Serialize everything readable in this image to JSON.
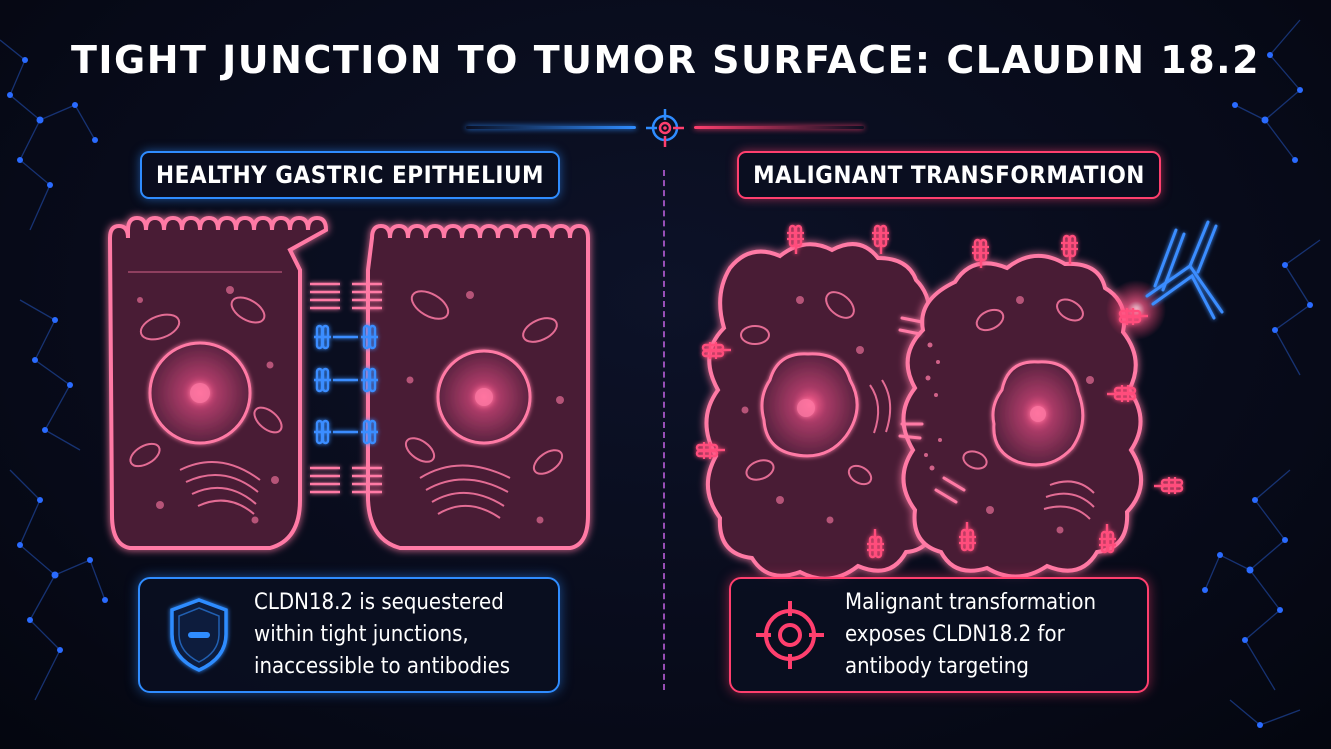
{
  "title": "TIGHT JUNCTION TO TUMOR SURFACE: CLAUDIN 18.2",
  "colors": {
    "healthy_accent": "#2f8cff",
    "malignant_accent": "#ff3f6e",
    "cell_membrane": "#ff6f9c",
    "cell_fill": "#5a2340",
    "background": "#070a18"
  },
  "panels": {
    "healthy": {
      "label": "HEALTHY GASTRIC EPITHELIUM",
      "caption": "CLDN18.2 is sequestered\nwithin tight junctions,\ninaccessible to antibodies",
      "icon": "shield-icon"
    },
    "malignant": {
      "label": "MALIGNANT TRANSFORMATION",
      "caption": "Malignant transformation\nexposes CLDN18.2 for\nantibody targeting",
      "icon": "target-icon"
    }
  },
  "header_icon": "crosshair-icon",
  "antibody_icon": "antibody-icon"
}
